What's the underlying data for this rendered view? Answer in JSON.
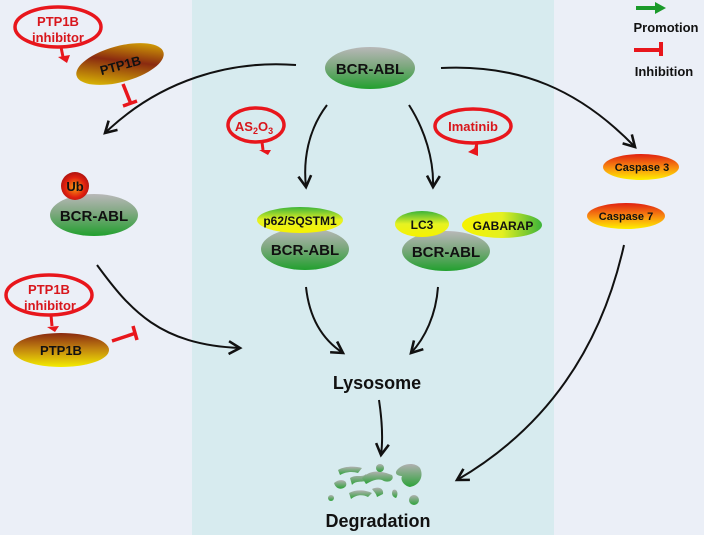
{
  "legend": {
    "promotion_label": "Promotion",
    "inhibition_label": "Inhibition",
    "promotion_color": "#1a9a2a",
    "inhibition_color": "#e8161c"
  },
  "colors": {
    "side_panel_bg": "#ebeff7",
    "center_panel_bg": "#d7ebef",
    "inhibitor_red": "#e8161c",
    "arrow_black": "#111111"
  },
  "nodes": {
    "bcr_abl_top": "BCR-ABL",
    "ptp1b_inhibitor_top_line1": "PTP1B",
    "ptp1b_inhibitor_top_line2": "inhibitor",
    "ptp1b_top": "PTP1B",
    "ub": "Ub",
    "bcr_abl_ub": "BCR-ABL",
    "ptp1b_inhibitor_bottom_line1": "PTP1B",
    "ptp1b_inhibitor_bottom_line2": "inhibitor",
    "ptp1b_bottom": "PTP1B",
    "as2o3_base1": "AS",
    "as2o3_sub1": "2",
    "as2o3_base2": "O",
    "as2o3_sub2": "3",
    "imatinib": "Imatinib",
    "p62": "p62/SQSTM1",
    "bcr_abl_p62": "BCR-ABL",
    "lc3": "LC3",
    "gabarap": "GABARAP",
    "bcr_abl_lc3": "BCR-ABL",
    "caspase3": "Caspase 3",
    "caspase7": "Caspase 7",
    "lysosome": "Lysosome",
    "degradation": "Degradation"
  }
}
